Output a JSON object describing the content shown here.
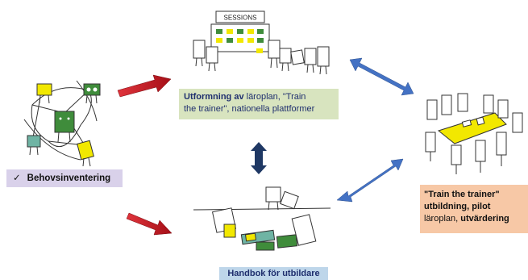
{
  "sessions_sign": "SESSIONS",
  "labels": {
    "behov": {
      "check": "✓",
      "text": "Behovsinventering"
    },
    "utformning": {
      "bold": "Utformning av",
      "rest_line1": " läroplan, \"Train",
      "line2": "the trainer\", nationella plattformer"
    },
    "handbok": {
      "text": "Handbok för utbildare"
    },
    "train": {
      "line1": "\"Train the trainer\"",
      "line2": "utbildning, pilot",
      "line3_a": "läroplan, ",
      "line3_b": "utvärdering"
    }
  },
  "colors": {
    "behov_bg": "#d9d1ea",
    "utformning_bg": "#d8e4bf",
    "handbok_bg": "#bed6ea",
    "train_bg": "#f7c8a6",
    "red_arrow": "#c0161f",
    "blue_arrow": "#4472c4",
    "navy_arrow": "#1f3864",
    "yellow": "#f2e800",
    "green": "#3f8c3b"
  }
}
